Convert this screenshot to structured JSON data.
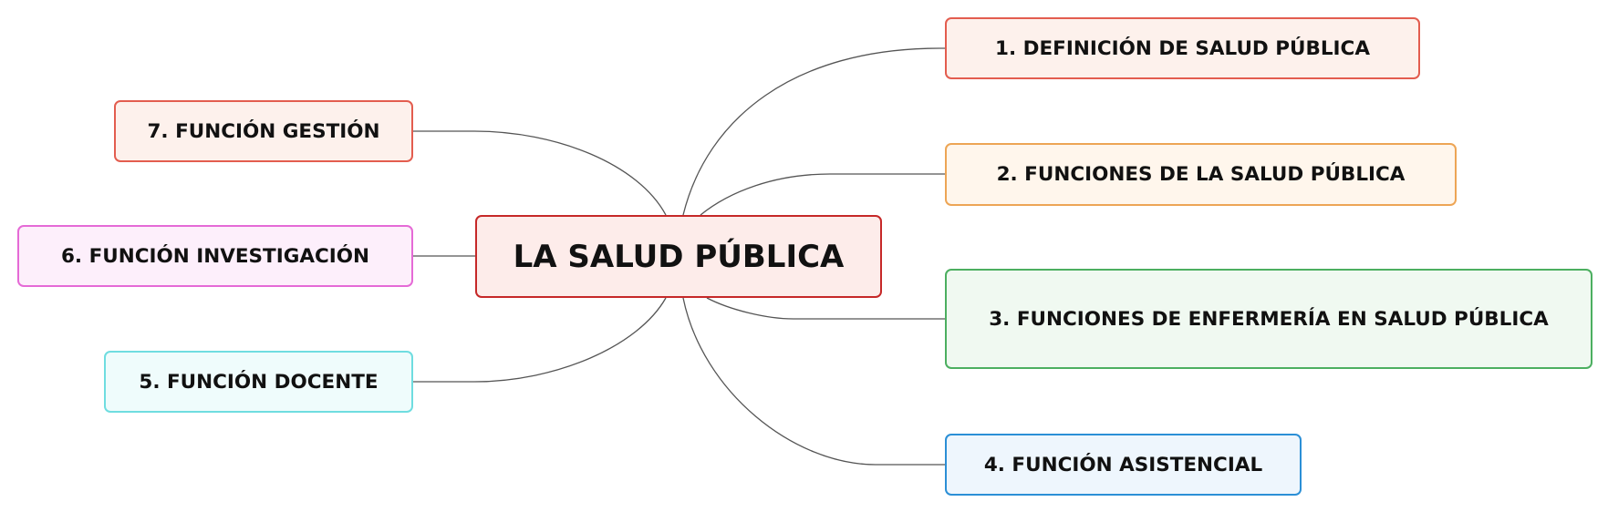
{
  "central": {
    "label": "LA SALUD PÚBLICA",
    "border": "#c62828",
    "fill": "#fdecea"
  },
  "nodes": [
    {
      "label": "1. DEFINICIÓN DE SALUD PÚBLICA",
      "border": "#e35d4f",
      "fill": "#fdf1ec"
    },
    {
      "label": "2. FUNCIONES DE LA SALUD PÚBLICA",
      "border": "#eda555",
      "fill": "#fff6ec"
    },
    {
      "label": "3. FUNCIONES DE ENFERMERÍA EN SALUD PÚBLICA",
      "border": "#4caf60",
      "fill": "#f0f9f1"
    },
    {
      "label": "4. FUNCIÓN ASISTENCIAL",
      "border": "#2b8fd6",
      "fill": "#eef6fd"
    },
    {
      "label": "5. FUNCIÓN DOCENTE",
      "border": "#6fdde0",
      "fill": "#effcfc"
    },
    {
      "label": "6. FUNCIÓN INVESTIGACIÓN",
      "border": "#e56ad6",
      "fill": "#fdeffb"
    },
    {
      "label": "7. FUNCIÓN GESTIÓN",
      "border": "#e35d4f",
      "fill": "#fdf1ec"
    }
  ],
  "connector_color": "#555555"
}
